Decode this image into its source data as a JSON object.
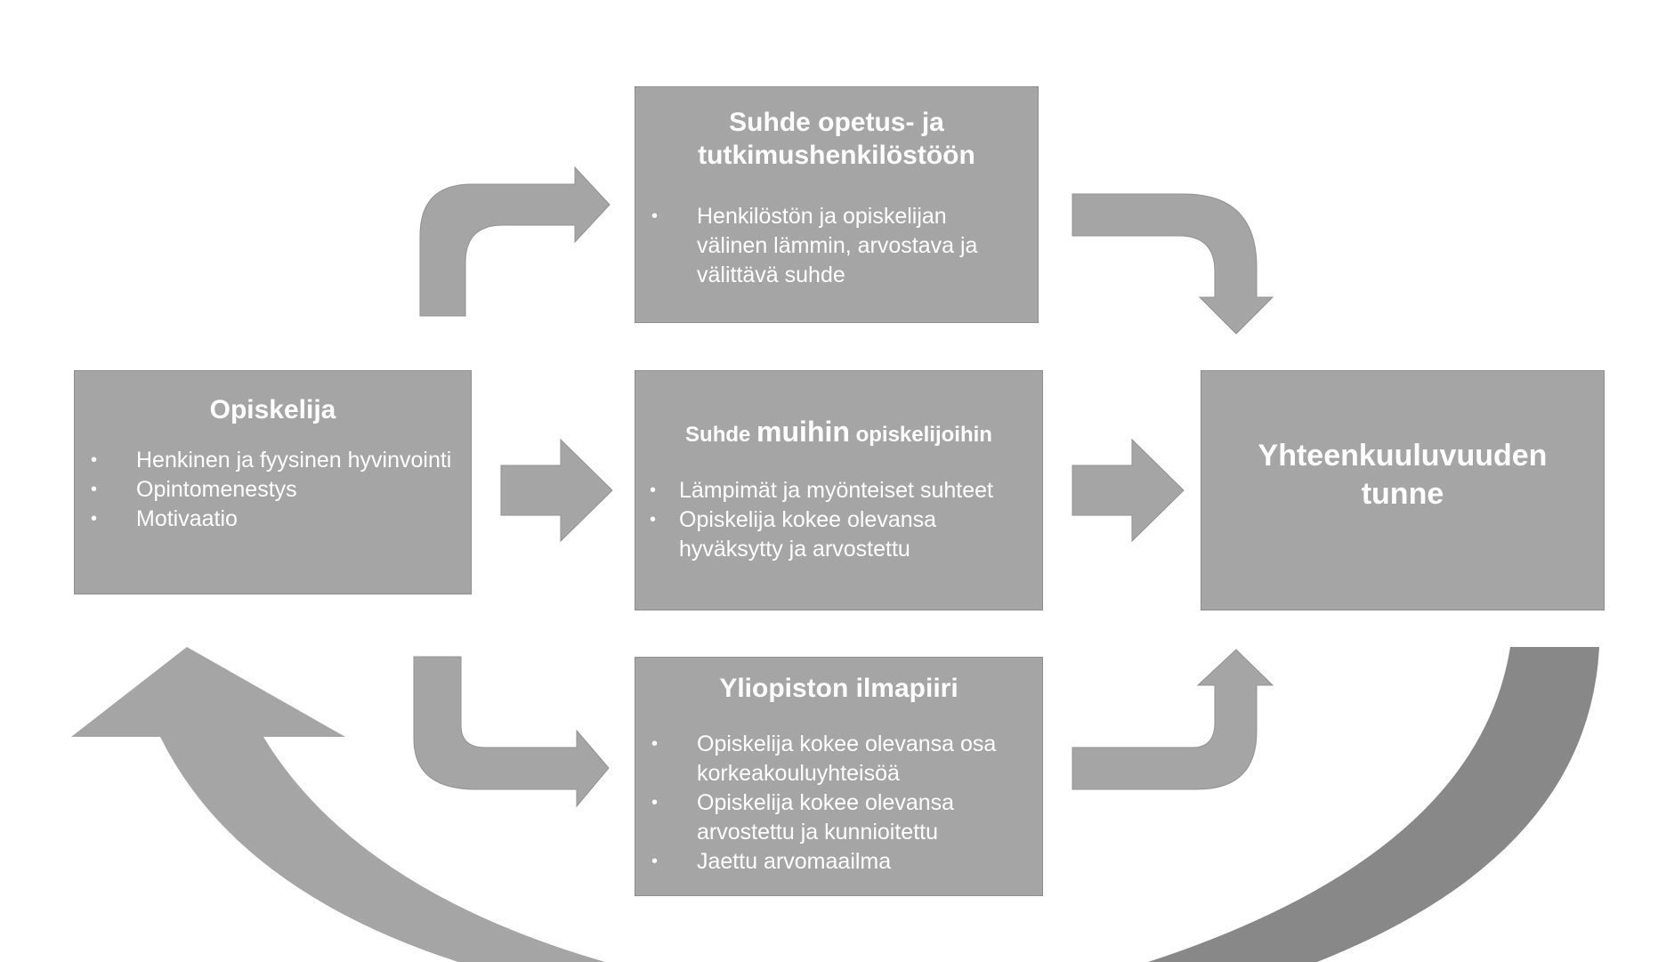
{
  "colors": {
    "box_fill": "#a5a5a5",
    "box_border": "#8e8e8e",
    "arrow_fill": "#a5a5a5",
    "return_arrow_fill": "#888888",
    "text": "#ffffff"
  },
  "boxes": {
    "top": {
      "title_line1": "Suhde opetus- ja",
      "title_line2": "tutkimushenkilöstöön",
      "items": [
        "Henkilöstön ja opiskelijan välinen lämmin, arvostava ja välittävä suhde"
      ]
    },
    "left": {
      "title": "Opiskelija",
      "items": [
        "Henkinen ja fyysinen hyvinvointi",
        "Opintomenestys",
        "Motivaatio"
      ]
    },
    "middle": {
      "title_part1": "Suhde",
      "title_part2": "muihin",
      "title_part3": "opiskelijoihin",
      "items": [
        "Lämpimät ja myönteiset suhteet",
        "Opiskelija kokee olevansa hyväksytty ja arvostettu"
      ]
    },
    "bottom": {
      "title": "Yliopiston ilmapiiri",
      "items": [
        "Opiskelija kokee olevansa osa korkeakouluyhteisöä",
        "Opiskelija kokee olevansa arvostettu ja kunnioitettu",
        "Jaettu arvomaailma"
      ]
    },
    "right": {
      "title_line1": "Yhteenkuuluvuuden",
      "title_line2": "tunne"
    }
  }
}
